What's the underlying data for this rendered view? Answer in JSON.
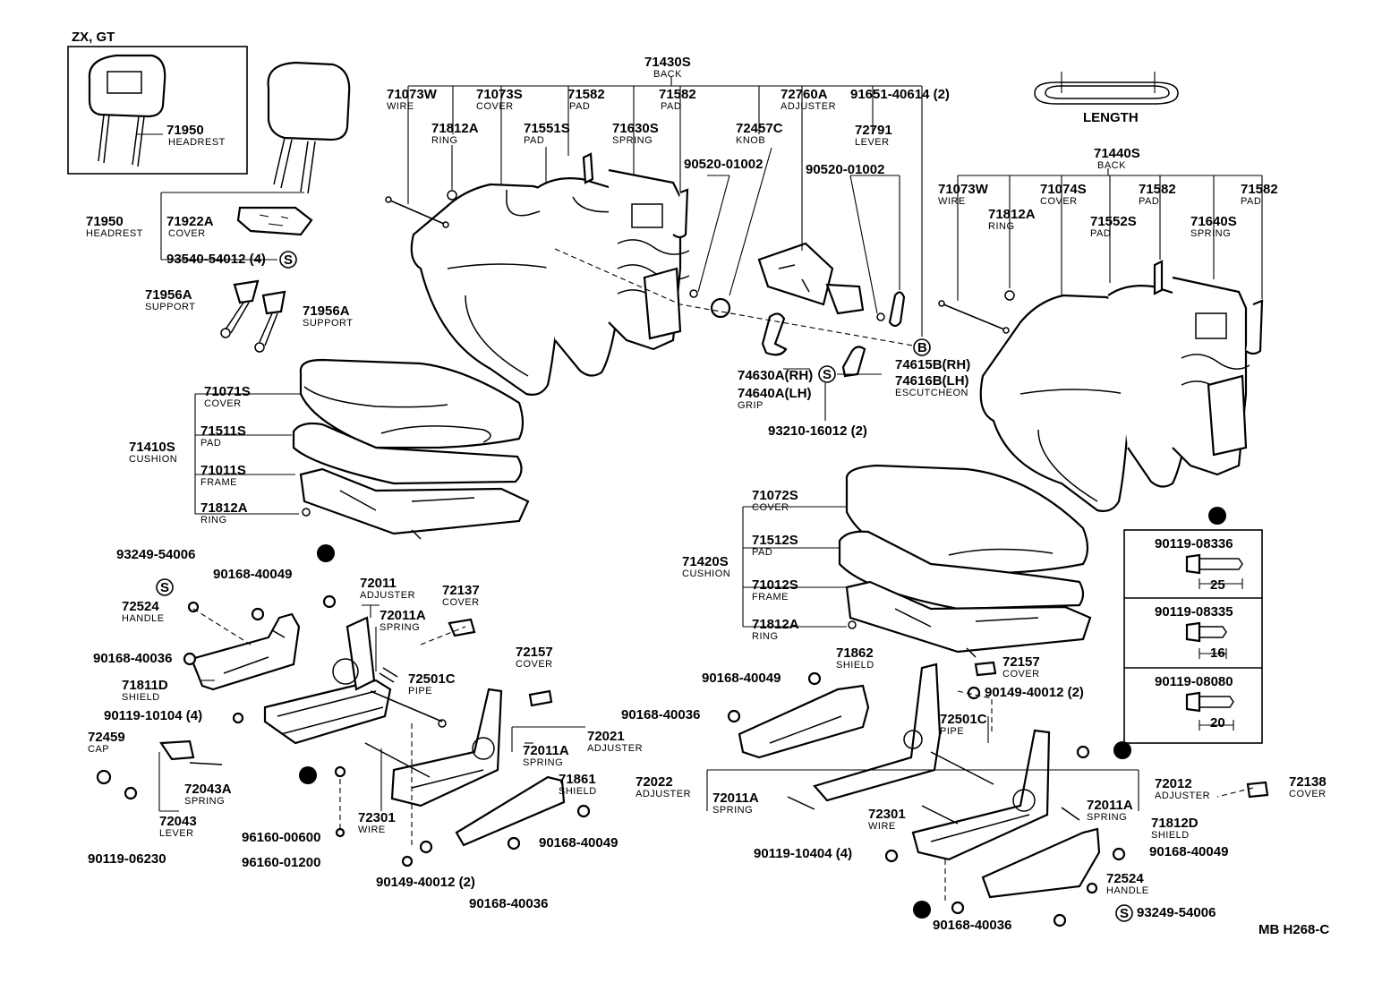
{
  "variant_label": "ZX, GT",
  "length_label": "LENGTH",
  "code": "MB H268-C",
  "symbols": {
    "s": "S",
    "b": "B"
  },
  "callouts": [
    {
      "n": "71950",
      "d": "HEADREST"
    },
    {
      "n": "71950",
      "d": "HEADREST"
    },
    {
      "n": "71922A",
      "d": "COVER"
    },
    {
      "n": "93540-54012 (4)",
      "d": ""
    },
    {
      "n": "71956A",
      "d": "SUPPORT"
    },
    {
      "n": "71956A",
      "d": "SUPPORT"
    },
    {
      "n": "71430S",
      "d": "BACK"
    },
    {
      "n": "71073W",
      "d": "WIRE"
    },
    {
      "n": "71073S",
      "d": "COVER"
    },
    {
      "n": "71582",
      "d": "PAD"
    },
    {
      "n": "71582",
      "d": "PAD"
    },
    {
      "n": "72760A",
      "d": "ADJUSTER"
    },
    {
      "n": "91651-40614 (2)",
      "d": ""
    },
    {
      "n": "71812A",
      "d": "RING"
    },
    {
      "n": "71551S",
      "d": "PAD"
    },
    {
      "n": "71630S",
      "d": "SPRING"
    },
    {
      "n": "72457C",
      "d": "KNOB"
    },
    {
      "n": "72791",
      "d": "LEVER"
    },
    {
      "n": "90520-01002",
      "d": ""
    },
    {
      "n": "90520-01002",
      "d": ""
    },
    {
      "n": "74630A(RH)",
      "d": ""
    },
    {
      "n": "74640A(LH)",
      "d": "GRIP"
    },
    {
      "n": "74615B(RH)",
      "d": ""
    },
    {
      "n": "74616B(LH)",
      "d": "ESCUTCHEON"
    },
    {
      "n": "93210-16012 (2)",
      "d": ""
    },
    {
      "n": "71440S",
      "d": "BACK"
    },
    {
      "n": "71073W",
      "d": "WIRE"
    },
    {
      "n": "71074S",
      "d": "COVER"
    },
    {
      "n": "71582",
      "d": "PAD"
    },
    {
      "n": "71582",
      "d": "PAD"
    },
    {
      "n": "71812A",
      "d": "RING"
    },
    {
      "n": "71552S",
      "d": "PAD"
    },
    {
      "n": "71640S",
      "d": "SPRING"
    },
    {
      "n": "71071S",
      "d": "COVER"
    },
    {
      "n": "71511S",
      "d": "PAD"
    },
    {
      "n": "71410S",
      "d": "CUSHION"
    },
    {
      "n": "71011S",
      "d": "FRAME"
    },
    {
      "n": "71812A",
      "d": "RING"
    },
    {
      "n": "71072S",
      "d": "COVER"
    },
    {
      "n": "71512S",
      "d": "PAD"
    },
    {
      "n": "71420S",
      "d": "CUSHION"
    },
    {
      "n": "71012S",
      "d": "FRAME"
    },
    {
      "n": "71812A",
      "d": "RING"
    },
    {
      "n": "93249-54006",
      "d": ""
    },
    {
      "n": "90168-40049",
      "d": ""
    },
    {
      "n": "72011",
      "d": "ADJUSTER"
    },
    {
      "n": "72137",
      "d": "COVER"
    },
    {
      "n": "72524",
      "d": "HANDLE"
    },
    {
      "n": "72011A",
      "d": "SPRING"
    },
    {
      "n": "90168-40036",
      "d": ""
    },
    {
      "n": "72501C",
      "d": "PIPE"
    },
    {
      "n": "71811D",
      "d": "SHIELD"
    },
    {
      "n": "72157",
      "d": "COVER"
    },
    {
      "n": "90119-10104 (4)",
      "d": ""
    },
    {
      "n": "72021",
      "d": "ADJUSTER"
    },
    {
      "n": "72459",
      "d": "CAP"
    },
    {
      "n": "72011A",
      "d": "SPRING"
    },
    {
      "n": "72043A",
      "d": "SPRING"
    },
    {
      "n": "71861",
      "d": "SHIELD"
    },
    {
      "n": "72043",
      "d": "LEVER"
    },
    {
      "n": "72301",
      "d": "WIRE"
    },
    {
      "n": "96160-00600",
      "d": ""
    },
    {
      "n": "90168-40049",
      "d": ""
    },
    {
      "n": "90119-06230",
      "d": ""
    },
    {
      "n": "96160-01200",
      "d": ""
    },
    {
      "n": "90149-40012 (2)",
      "d": ""
    },
    {
      "n": "90168-40036",
      "d": ""
    },
    {
      "n": "71862",
      "d": "SHIELD"
    },
    {
      "n": "72157",
      "d": "COVER"
    },
    {
      "n": "90168-40049",
      "d": ""
    },
    {
      "n": "90149-40012 (2)",
      "d": ""
    },
    {
      "n": "90168-40036",
      "d": ""
    },
    {
      "n": "72501C",
      "d": "PIPE"
    },
    {
      "n": "72022",
      "d": "ADJUSTER"
    },
    {
      "n": "72011A",
      "d": "SPRING"
    },
    {
      "n": "72012",
      "d": "ADJUSTER"
    },
    {
      "n": "72138",
      "d": "COVER"
    },
    {
      "n": "72301",
      "d": "WIRE"
    },
    {
      "n": "72011A",
      "d": "SPRING"
    },
    {
      "n": "71812D",
      "d": "SHIELD"
    },
    {
      "n": "90119-10404 (4)",
      "d": ""
    },
    {
      "n": "90168-40049",
      "d": ""
    },
    {
      "n": "72524",
      "d": "HANDLE"
    },
    {
      "n": "90168-40036",
      "d": ""
    },
    {
      "n": "93249-54006",
      "d": ""
    }
  ],
  "bolt_table": [
    {
      "part": "90119-08336",
      "length": "25"
    },
    {
      "part": "90119-08335",
      "length": "16"
    },
    {
      "part": "90119-08080",
      "length": "20"
    }
  ]
}
